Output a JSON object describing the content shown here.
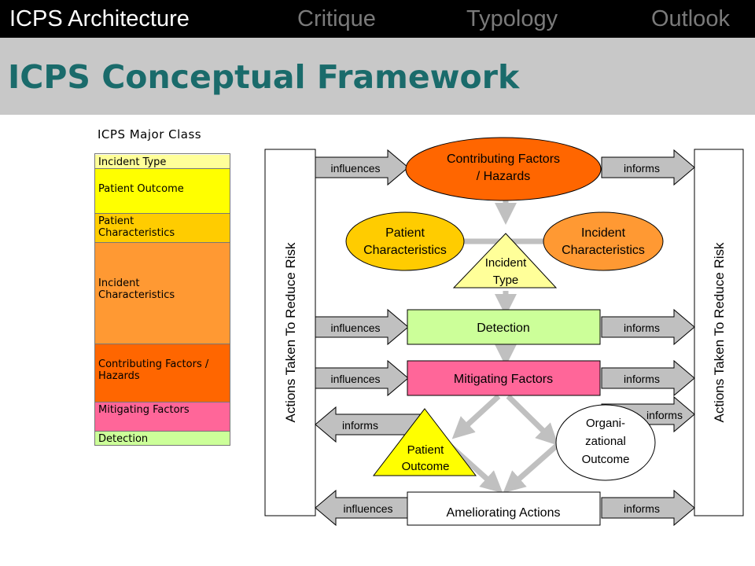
{
  "nav": {
    "tabs": [
      {
        "label": "ICPS Architecture",
        "color": "#ffffff"
      },
      {
        "label": "Critique",
        "color": "#7a7a7a"
      },
      {
        "label": "Typology",
        "color": "#7a7a7a"
      },
      {
        "label": "Outlook",
        "color": "#7a7a7a"
      }
    ]
  },
  "title": "ICPS Conceptual Framework",
  "legend": {
    "title": "ICPS Major Class",
    "rows": [
      {
        "label": "Incident Type",
        "color": "#ffff99"
      },
      {
        "label": "Patient Outcome",
        "color": "#ffff00"
      },
      {
        "label": "Patient\nCharacteristics",
        "color": "#ffcc00"
      },
      {
        "label": "Incident\nCharacteristics",
        "color": "#ff9933"
      },
      {
        "label": "Contributing Factors /\nHazards",
        "color": "#ff6600"
      },
      {
        "label": "Mitigating Factors",
        "color": "#ff6699"
      },
      {
        "label": "Detection",
        "color": "#ccff99"
      }
    ]
  },
  "diagram": {
    "side_label": "Actions Taken To Reduce Risk",
    "contributing": "Contributing Factors\n/ Hazards",
    "patient_char": "Patient\nCharacteristics",
    "incident_char": "Incident\nCharacteristics",
    "incident_type": "Incident\nType",
    "detection": "Detection",
    "mitigating": "Mitigating Factors",
    "patient_outcome": "Patient\nOutcome",
    "org_outcome": "Organi-\nzational\nOutcome",
    "ameliorating": "Ameliorating Actions",
    "arrow_influences": "influences",
    "arrow_informs": "informs"
  },
  "colors": {
    "contributing": "#ff6600",
    "patient_char": "#ffcc00",
    "incident_char": "#ff9933",
    "incident_type": "#ffff99",
    "detection": "#ccff99",
    "mitigating": "#ff6699",
    "patient_outcome": "#ffff00",
    "connector": "#c0c0c0",
    "title_text": "#1a6b6b"
  }
}
